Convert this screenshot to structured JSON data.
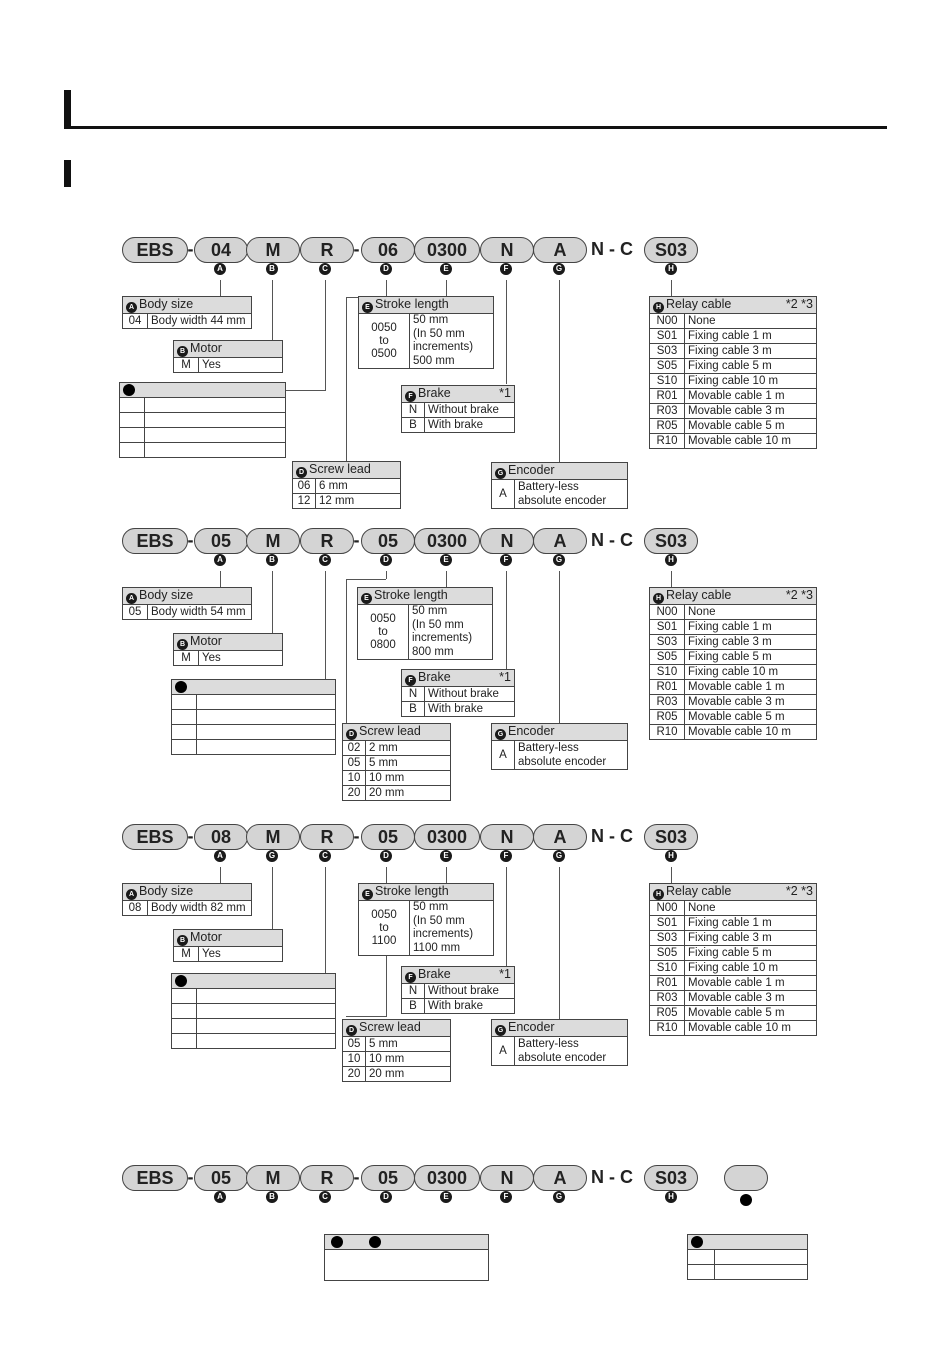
{
  "config": [
    {
      "codes": [
        "EBS",
        "04",
        "M",
        "R",
        "06",
        "0300",
        "N",
        "A",
        "S03"
      ],
      "tail": "N - C",
      "badges": [
        "A",
        "B",
        "C",
        "D",
        "E",
        "F",
        "G",
        "H"
      ],
      "body_size": {
        "title": "Body size",
        "rows": [
          [
            "04",
            "Body width 44 mm"
          ]
        ]
      },
      "motor": {
        "title": "Motor",
        "rows": [
          [
            "M",
            "Yes"
          ]
        ]
      },
      "stroke": {
        "title": "Stroke length",
        "range": [
          "0050",
          "to",
          "0500"
        ],
        "desc": [
          "50 mm",
          "(In 50 mm",
          "increments)",
          "500 mm"
        ]
      },
      "brake": {
        "title": "Brake",
        "note": "*1",
        "rows": [
          [
            "N",
            "Without brake"
          ],
          [
            "B",
            "With brake"
          ]
        ]
      },
      "screw": {
        "title": "Screw lead",
        "rows": [
          [
            "06",
            "6 mm"
          ],
          [
            "12",
            "12 mm"
          ]
        ]
      },
      "encoder": {
        "title": "Encoder",
        "rows": [
          [
            "A",
            "Battery-less absolute encoder"
          ]
        ]
      },
      "relay": {
        "title": "Relay cable",
        "note": "*2 *3",
        "rows": [
          [
            "N00",
            "None"
          ],
          [
            "S01",
            "Fixing cable 1 m"
          ],
          [
            "S03",
            "Fixing cable 3 m"
          ],
          [
            "S05",
            "Fixing cable 5 m"
          ],
          [
            "S10",
            "Fixing cable 10 m"
          ],
          [
            "R01",
            "Movable cable 1 m"
          ],
          [
            "R03",
            "Movable cable 3 m"
          ],
          [
            "R05",
            "Movable cable 5 m"
          ],
          [
            "R10",
            "Movable cable 10 m"
          ]
        ]
      }
    },
    {
      "codes": [
        "EBS",
        "05",
        "M",
        "R",
        "05",
        "0300",
        "N",
        "A",
        "S03"
      ],
      "tail": "N - C",
      "badges": [
        "A",
        "B",
        "C",
        "D",
        "E",
        "F",
        "G",
        "H"
      ],
      "body_size": {
        "title": "Body size",
        "rows": [
          [
            "05",
            "Body width 54 mm"
          ]
        ]
      },
      "motor": {
        "title": "Motor",
        "rows": [
          [
            "M",
            "Yes"
          ]
        ]
      },
      "stroke": {
        "title": "Stroke length",
        "range": [
          "0050",
          "to",
          "0800"
        ],
        "desc": [
          "50 mm",
          "(In 50 mm",
          "increments)",
          "800 mm"
        ]
      },
      "brake": {
        "title": "Brake",
        "note": "*1",
        "rows": [
          [
            "N",
            "Without brake"
          ],
          [
            "B",
            "With brake"
          ]
        ]
      },
      "screw": {
        "title": "Screw lead",
        "rows": [
          [
            "02",
            "2 mm"
          ],
          [
            "05",
            "5 mm"
          ],
          [
            "10",
            "10 mm"
          ],
          [
            "20",
            "20 mm"
          ]
        ]
      },
      "encoder": {
        "title": "Encoder",
        "rows": [
          [
            "A",
            "Battery-less absolute encoder"
          ]
        ]
      },
      "relay": {
        "title": "Relay cable",
        "note": "*2 *3",
        "rows": [
          [
            "N00",
            "None"
          ],
          [
            "S01",
            "Fixing cable 1 m"
          ],
          [
            "S03",
            "Fixing cable 3 m"
          ],
          [
            "S05",
            "Fixing cable 5 m"
          ],
          [
            "S10",
            "Fixing cable 10 m"
          ],
          [
            "R01",
            "Movable cable 1 m"
          ],
          [
            "R03",
            "Movable cable 3 m"
          ],
          [
            "R05",
            "Movable cable 5 m"
          ],
          [
            "R10",
            "Movable cable 10 m"
          ]
        ]
      }
    },
    {
      "codes": [
        "EBS",
        "08",
        "M",
        "R",
        "05",
        "0300",
        "N",
        "A",
        "S03"
      ],
      "tail": "N - C",
      "badges": [
        "A",
        "G",
        "C",
        "D",
        "E",
        "F",
        "G",
        "H"
      ],
      "body_size": {
        "title": "Body size",
        "rows": [
          [
            "08",
            "Body width 82 mm"
          ]
        ]
      },
      "motor": {
        "title": "Motor",
        "rows": [
          [
            "M",
            "Yes"
          ]
        ]
      },
      "stroke": {
        "title": "Stroke length",
        "range": [
          "0050",
          "to",
          "1100"
        ],
        "desc": [
          "50 mm",
          "(In 50 mm",
          "increments)",
          "1100 mm"
        ]
      },
      "brake": {
        "title": "Brake",
        "note": "*1",
        "rows": [
          [
            "N",
            "Without brake"
          ],
          [
            "B",
            "With brake"
          ]
        ]
      },
      "screw": {
        "title": "Screw lead",
        "rows": [
          [
            "05",
            "5 mm"
          ],
          [
            "10",
            "10 mm"
          ],
          [
            "20",
            "20 mm"
          ]
        ]
      },
      "encoder": {
        "title": "Encoder",
        "rows": [
          [
            "A",
            "Battery-less absolute encoder"
          ]
        ]
      },
      "relay": {
        "title": "Relay cable",
        "note": "*2 *3",
        "rows": [
          [
            "N00",
            "None"
          ],
          [
            "S01",
            "Fixing cable 1 m"
          ],
          [
            "S03",
            "Fixing cable 3 m"
          ],
          [
            "S05",
            "Fixing cable 5 m"
          ],
          [
            "S10",
            "Fixing cable 10 m"
          ],
          [
            "R01",
            "Movable cable 1 m"
          ],
          [
            "R03",
            "Movable cable 3 m"
          ],
          [
            "R05",
            "Movable cable 5 m"
          ],
          [
            "R10",
            "Movable cable 10 m"
          ]
        ]
      }
    }
  ],
  "bottom": {
    "codes": [
      "EBS",
      "05",
      "M",
      "R",
      "05",
      "0300",
      "N",
      "A",
      "S03"
    ],
    "tail": "N - C",
    "badges": [
      "A",
      "B",
      "C",
      "D",
      "E",
      "F",
      "G",
      "H"
    ]
  }
}
